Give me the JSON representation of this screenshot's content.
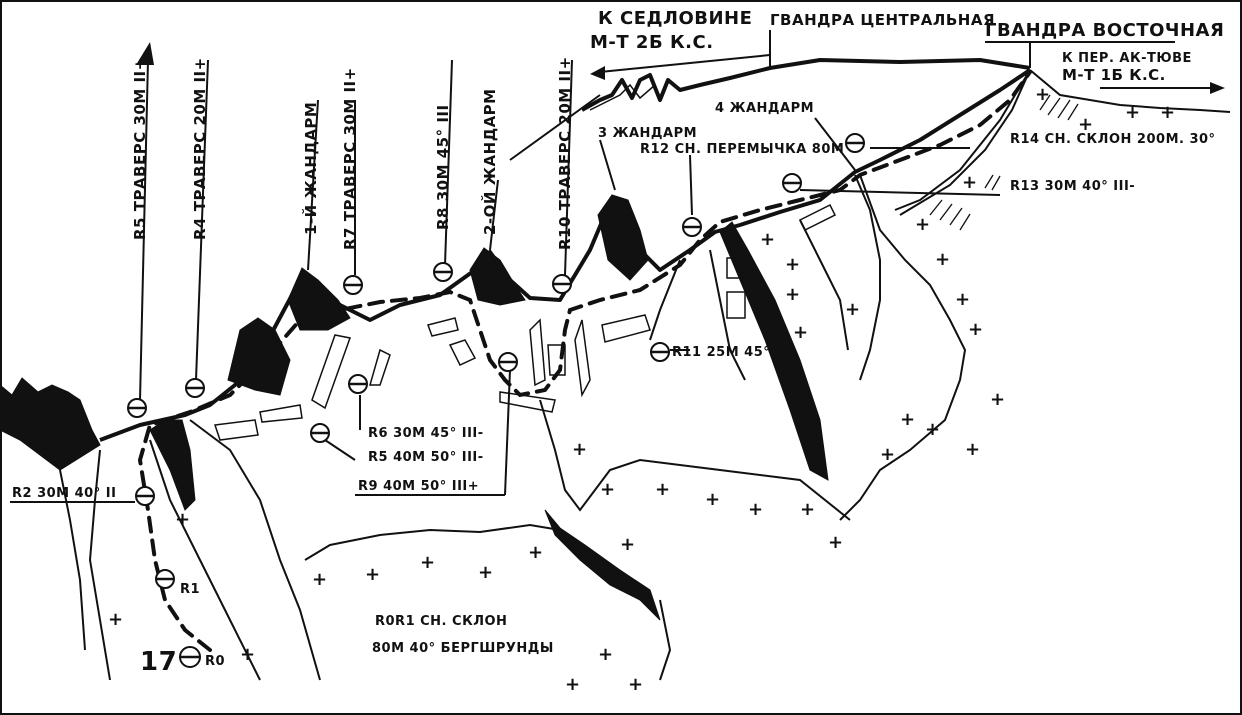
{
  "labels": {
    "to_saddle": "К СЕДЛОВИНЕ",
    "to_saddle_route": "М-Т 2Б К.С.",
    "gvandra_central": "ГВАНДРА ЦЕНТРАЛЬНАЯ",
    "gvandra_east": "ГВАНДРА ВОСТОЧНАЯ",
    "to_pass": "К ПЕР. АК-ТЮВЕ",
    "to_pass_route": "М-Т 1Б К.С.",
    "r5": "R5 ТРАВЕРС 30М II+",
    "r4": "R4 ТРАВЕРС 20М II+",
    "g1": "1-Й ЖАНДАРМ",
    "r7": "R7 ТРАВЕРС 30М II+",
    "r8": "R8 30М 45° III",
    "g2": "2-ОЙ ЖАНДАРМ",
    "r10": "R10 ТРАВЕРС 20М II+",
    "g3": "3 ЖАНДАРМ",
    "r12": "R12 СН. ПЕРЕМЫЧКА 80М",
    "g4": "4 ЖАНДАРМ",
    "r14": "R14 СН. СКЛОН 200М. 30°",
    "r13": "R13 30М 40° III-",
    "r11": "R11 25М 45° III",
    "r6": "R6 30М 45° III-",
    "r5b": "R5 40М 50° III-",
    "r9": "R9 40М 50° III+",
    "r2": "R2 30М 40° II",
    "r1": "R1",
    "r0": "R0",
    "start_num": "17",
    "r0r1_line1": "R0R1 СН. СКЛОН",
    "r0r1_line2": "80М 40° БЕРГШРУНДЫ"
  }
}
